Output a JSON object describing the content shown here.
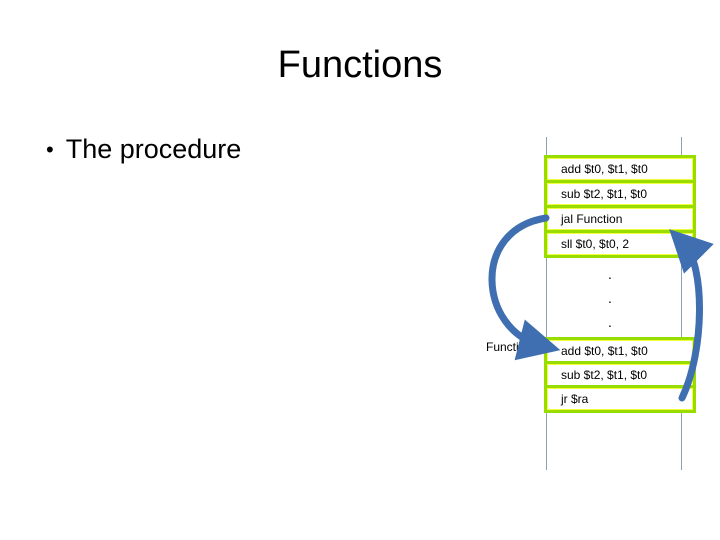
{
  "slide": {
    "title": "Functions",
    "bullet": "The procedure"
  },
  "memory": {
    "top_cells": [
      "add $t0, $t1, $t0",
      "sub $t2, $t1, $t0",
      "jal Function",
      "sll $t0, $t0, 2"
    ],
    "ellipsis": [
      ".",
      ".",
      "."
    ],
    "function_label": "Function",
    "function_cells": [
      "add $t0, $t1, $t0",
      "sub $t2, $t1, $t0",
      "jr $ra"
    ]
  },
  "colors": {
    "cell_border": "#99dd00",
    "arrow": "#3f6fb0"
  }
}
